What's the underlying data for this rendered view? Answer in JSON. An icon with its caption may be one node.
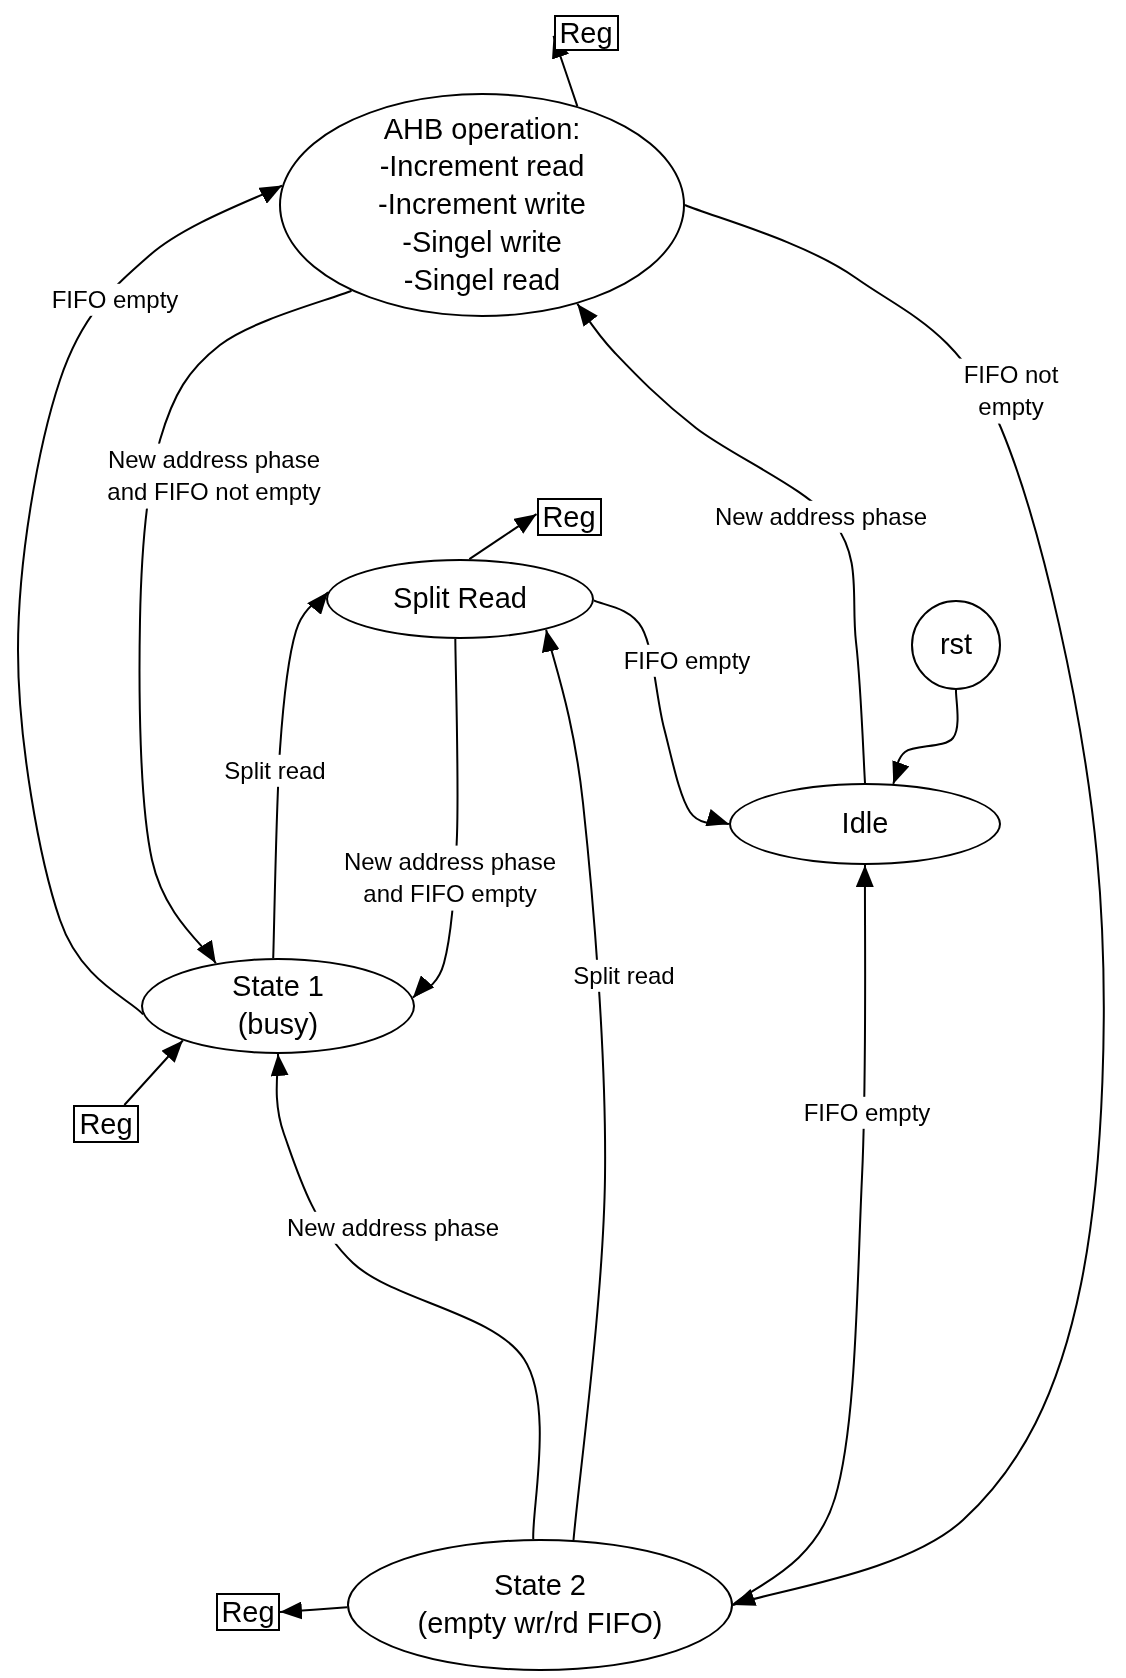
{
  "diagram": {
    "nodes": [
      {
        "text": [
          "Reg"
        ]
      },
      {
        "text": [
          "AHB operation:",
          "-Increment read",
          "-Increment write",
          "-Singel write",
          "-Singel read"
        ]
      },
      {
        "text": [
          "Reg"
        ]
      },
      {
        "text": [
          "Split Read"
        ]
      },
      {
        "text": [
          "rst"
        ]
      },
      {
        "text": [
          "Idle"
        ]
      },
      {
        "text": [
          "State 1",
          "(busy)"
        ]
      },
      {
        "text": [
          "Reg"
        ]
      },
      {
        "text": [
          "State 2",
          "(empty wr/rd FIFO)"
        ]
      },
      {
        "text": [
          "Reg"
        ]
      }
    ],
    "edges": [
      {
        "from": 1,
        "to": 0,
        "arrow": "to"
      },
      {
        "from": 6,
        "to": 1,
        "arrow": "to",
        "label": "FIFO empty"
      },
      {
        "from": 1,
        "to": 6,
        "arrow": "to",
        "label": "New address phase and FIFO not empty"
      },
      {
        "from": 1,
        "to": 8,
        "arrow": "to",
        "label": "FIFO not empty"
      },
      {
        "from": 5,
        "to": 1,
        "arrow": "to",
        "label": "New address phase"
      },
      {
        "from": 3,
        "to": 2,
        "arrow": "to"
      },
      {
        "from": 3,
        "to": 5,
        "arrow": "to",
        "label": "FIFO empty"
      },
      {
        "from": 4,
        "to": 5,
        "arrow": "to"
      },
      {
        "from": 6,
        "to": 3,
        "arrow": "to",
        "label": "Split read"
      },
      {
        "from": 3,
        "to": 6,
        "arrow": "to",
        "label": "New address phase and FIFO empty"
      },
      {
        "from": 8,
        "to": 3,
        "arrow": "to",
        "label": "Split read"
      },
      {
        "from": 8,
        "to": 6,
        "arrow": "to",
        "label": "New address phase"
      },
      {
        "from": 8,
        "to": 5,
        "arrow": "to",
        "label": "FIFO empty"
      },
      {
        "from": 7,
        "to": 6,
        "arrow": "to"
      },
      {
        "from": 8,
        "to": 9,
        "arrow": "to"
      }
    ]
  }
}
